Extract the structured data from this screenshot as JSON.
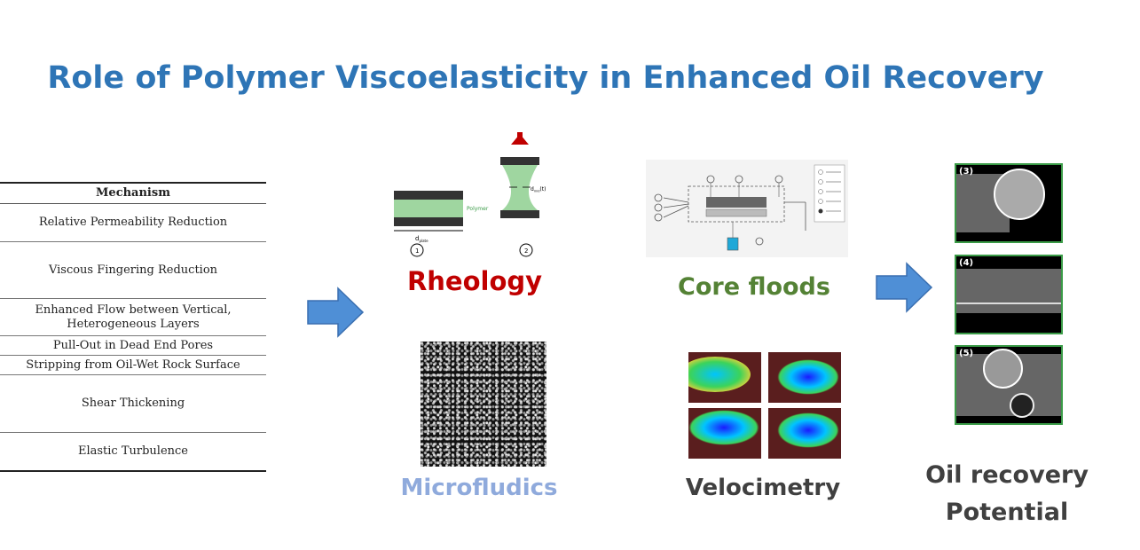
{
  "title": "Role of Polymer Viscoelasticity in Enhanced Oil Recovery",
  "table": {
    "header": "Mechanism",
    "rows": [
      "Relative Permeability Reduction",
      "Viscous Fingering Reduction",
      "Enhanced Flow between Vertical, Heterogeneous Layers",
      "Pull-Out in Dead End Pores",
      "Stripping from Oil-Wet Rock Surface",
      "Shear Thickening",
      "Elastic Turbulence"
    ]
  },
  "rheology": {
    "label": "Rheology",
    "polymer_label": "Polymer",
    "d_plate": "d",
    "d_plate_sub": "plate",
    "d_mid": "d",
    "d_mid_sub": "mid",
    "d_mid_t": "(t)",
    "step1": "1",
    "step2": "2"
  },
  "core_floods": {
    "label": "Core floods"
  },
  "microfluidics": {
    "label": "Microfludics"
  },
  "velocimetry": {
    "label": "Velocimetry"
  },
  "oil_recovery": {
    "line1": "Oil recovery",
    "line2": "Potential"
  },
  "ct_scans": [
    {
      "num": "(3)"
    },
    {
      "num": "(4)"
    },
    {
      "num": "(5)"
    }
  ],
  "colors": {
    "title": "#2e75b6",
    "arrow": "#4f8fd6",
    "rheology": "#c00000",
    "core_floods": "#548235",
    "microfluidics": "#8faadc",
    "polymer_green": "#9fd6a0",
    "ct_border": "#3a9b47"
  }
}
